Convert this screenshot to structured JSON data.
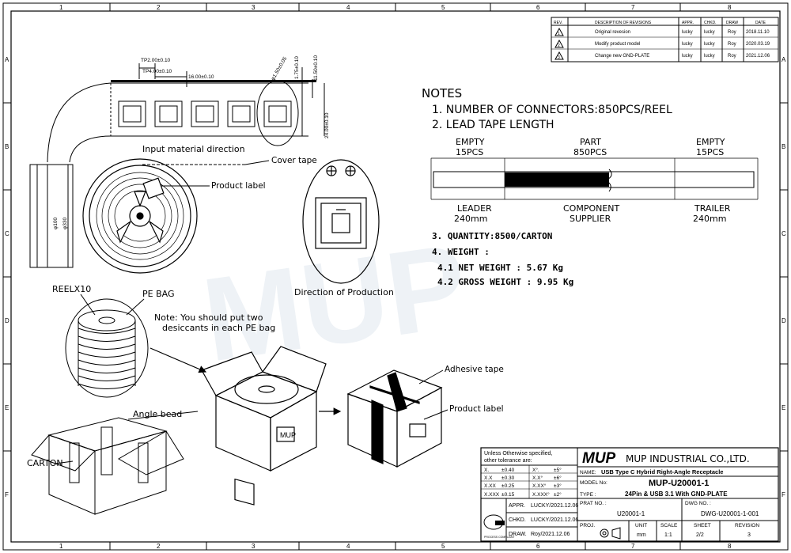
{
  "frame": {
    "top_cols": [
      "1",
      "2",
      "3",
      "4",
      "5",
      "6",
      "7",
      "8"
    ],
    "bottom_cols": [
      "1",
      "2",
      "3",
      "4",
      "5",
      "6",
      "7",
      "8"
    ],
    "left_rows": [
      "A",
      "B",
      "C",
      "D",
      "E",
      "F"
    ],
    "right_rows": [
      "A",
      "B",
      "C",
      "D",
      "E",
      "F"
    ]
  },
  "revisions": {
    "headers": [
      "REV.",
      "DESCRIPTION OF REVISIONS",
      "APPR.",
      "CHKD.",
      "DRAW",
      "DATE"
    ],
    "rows": [
      {
        "rev": "1",
        "desc": "Original revesion",
        "appr": "lucky",
        "chkd": "lucky",
        "draw": "Roy",
        "date": "2018.11.10"
      },
      {
        "rev": "2",
        "desc": "Modify product model",
        "appr": "lucky",
        "chkd": "lucky",
        "draw": "Roy",
        "date": "2020.03.19"
      },
      {
        "rev": "3",
        "desc": "Change new GND-PLATE",
        "appr": "lucky",
        "chkd": "lucky",
        "draw": "Roy",
        "date": "2021.12.06"
      }
    ]
  },
  "notes": {
    "title": "NOTES",
    "n1": "1. NUMBER OF CONNECTORS:850PCS/REEL",
    "n2": "2. LEAD TAPE LENGTH",
    "empty_left_top": "EMPTY",
    "empty_left_pcs": "15PCS",
    "part_top": "PART",
    "part_pcs": "850PCS",
    "empty_right_top": "EMPTY",
    "empty_right_pcs": "15PCS",
    "leader": "LEADER",
    "leader_len": "240mm",
    "component": "COMPONENT",
    "supplier": "SUPPLIER",
    "trailer": "TRAILER",
    "trailer_len": "240mm",
    "n3": "3. QUANTITY:8500/CARTON",
    "n4": "4. WEIGHT :",
    "n41": "4.1 NET WEIGHT : 5.67  Kg",
    "n42": "4.2 GROSS WEIGHT : 9.95  Kg"
  },
  "drawing": {
    "dims": [
      "TP2.00±0.10",
      "TP4.00±0.10",
      "16.00±0.10",
      "φ1.50±0.05",
      "1.75±0.10",
      "11.50±0.10",
      "24.00±0.10",
      "φ100",
      "φ330"
    ],
    "input_direction": "Input material direction",
    "cover_tape": "Cover tape",
    "product_label": "Product label",
    "direction_production": "Direction of Production",
    "reel_x10": "REELX10",
    "pe_bag": "PE BAG",
    "note_line1": "Note: You should put two",
    "note_line2": "desiccants in each PE bag",
    "angle_bead": "Angle bead",
    "carton": "CARTON",
    "mup_box": "MUP",
    "adhesive_tape": "Adhesive tape",
    "product_label_2": "Product label",
    "watermark": "MUP"
  },
  "title_block": {
    "tolerance_line1": "Unless Otherwise specified,",
    "tolerance_line2": "other tolerance are:",
    "tol": [
      [
        "X.",
        "±0.40",
        "X°.",
        "±5°"
      ],
      [
        "X.X",
        "±0.30",
        "X.X°",
        "±6°"
      ],
      [
        "X.XX",
        "±0.25",
        "X.XX°",
        "±3°"
      ],
      [
        "X.XXX",
        "±0.15",
        "X.XXX°",
        "±2°"
      ]
    ],
    "appr_label": "APPR.",
    "appr_value": "LUCKY/2021.12.06",
    "chkd_label": "CHKD.",
    "chkd_value": "LUCKY/2021.12.06",
    "draw_label": "DRAW.",
    "draw_value": "Roy/2021.12.06",
    "logo": "MUP",
    "company": "MUP INDUSTRIAL CO.,LTD.",
    "name_label": "NAME:",
    "name_value": "USB Type C  Hybrid Right-Angle Receptacle",
    "model_label": "MODEL No:",
    "model_value": "MUP-U20001-1",
    "type_label": "TYPE :",
    "type_value": "24Pin & USB 3.1 With GND-PLATE",
    "part_no_label": "PRAT NO. :",
    "part_no_value": "U20001-1",
    "dwg_label": "DWG NO. :",
    "dwg_value": "DWG-U20001-1-001",
    "proj_label": "PROJ.",
    "unit_label": "UNIT",
    "unit_value": "mm",
    "scale_label": "SCALE",
    "scale_value": "1:1",
    "sheet_label": "SHEET",
    "sheet_value": "2/2",
    "rev_label": "REVISION",
    "rev_value": "3",
    "compliant": "PROCESS COMPLIANT"
  }
}
